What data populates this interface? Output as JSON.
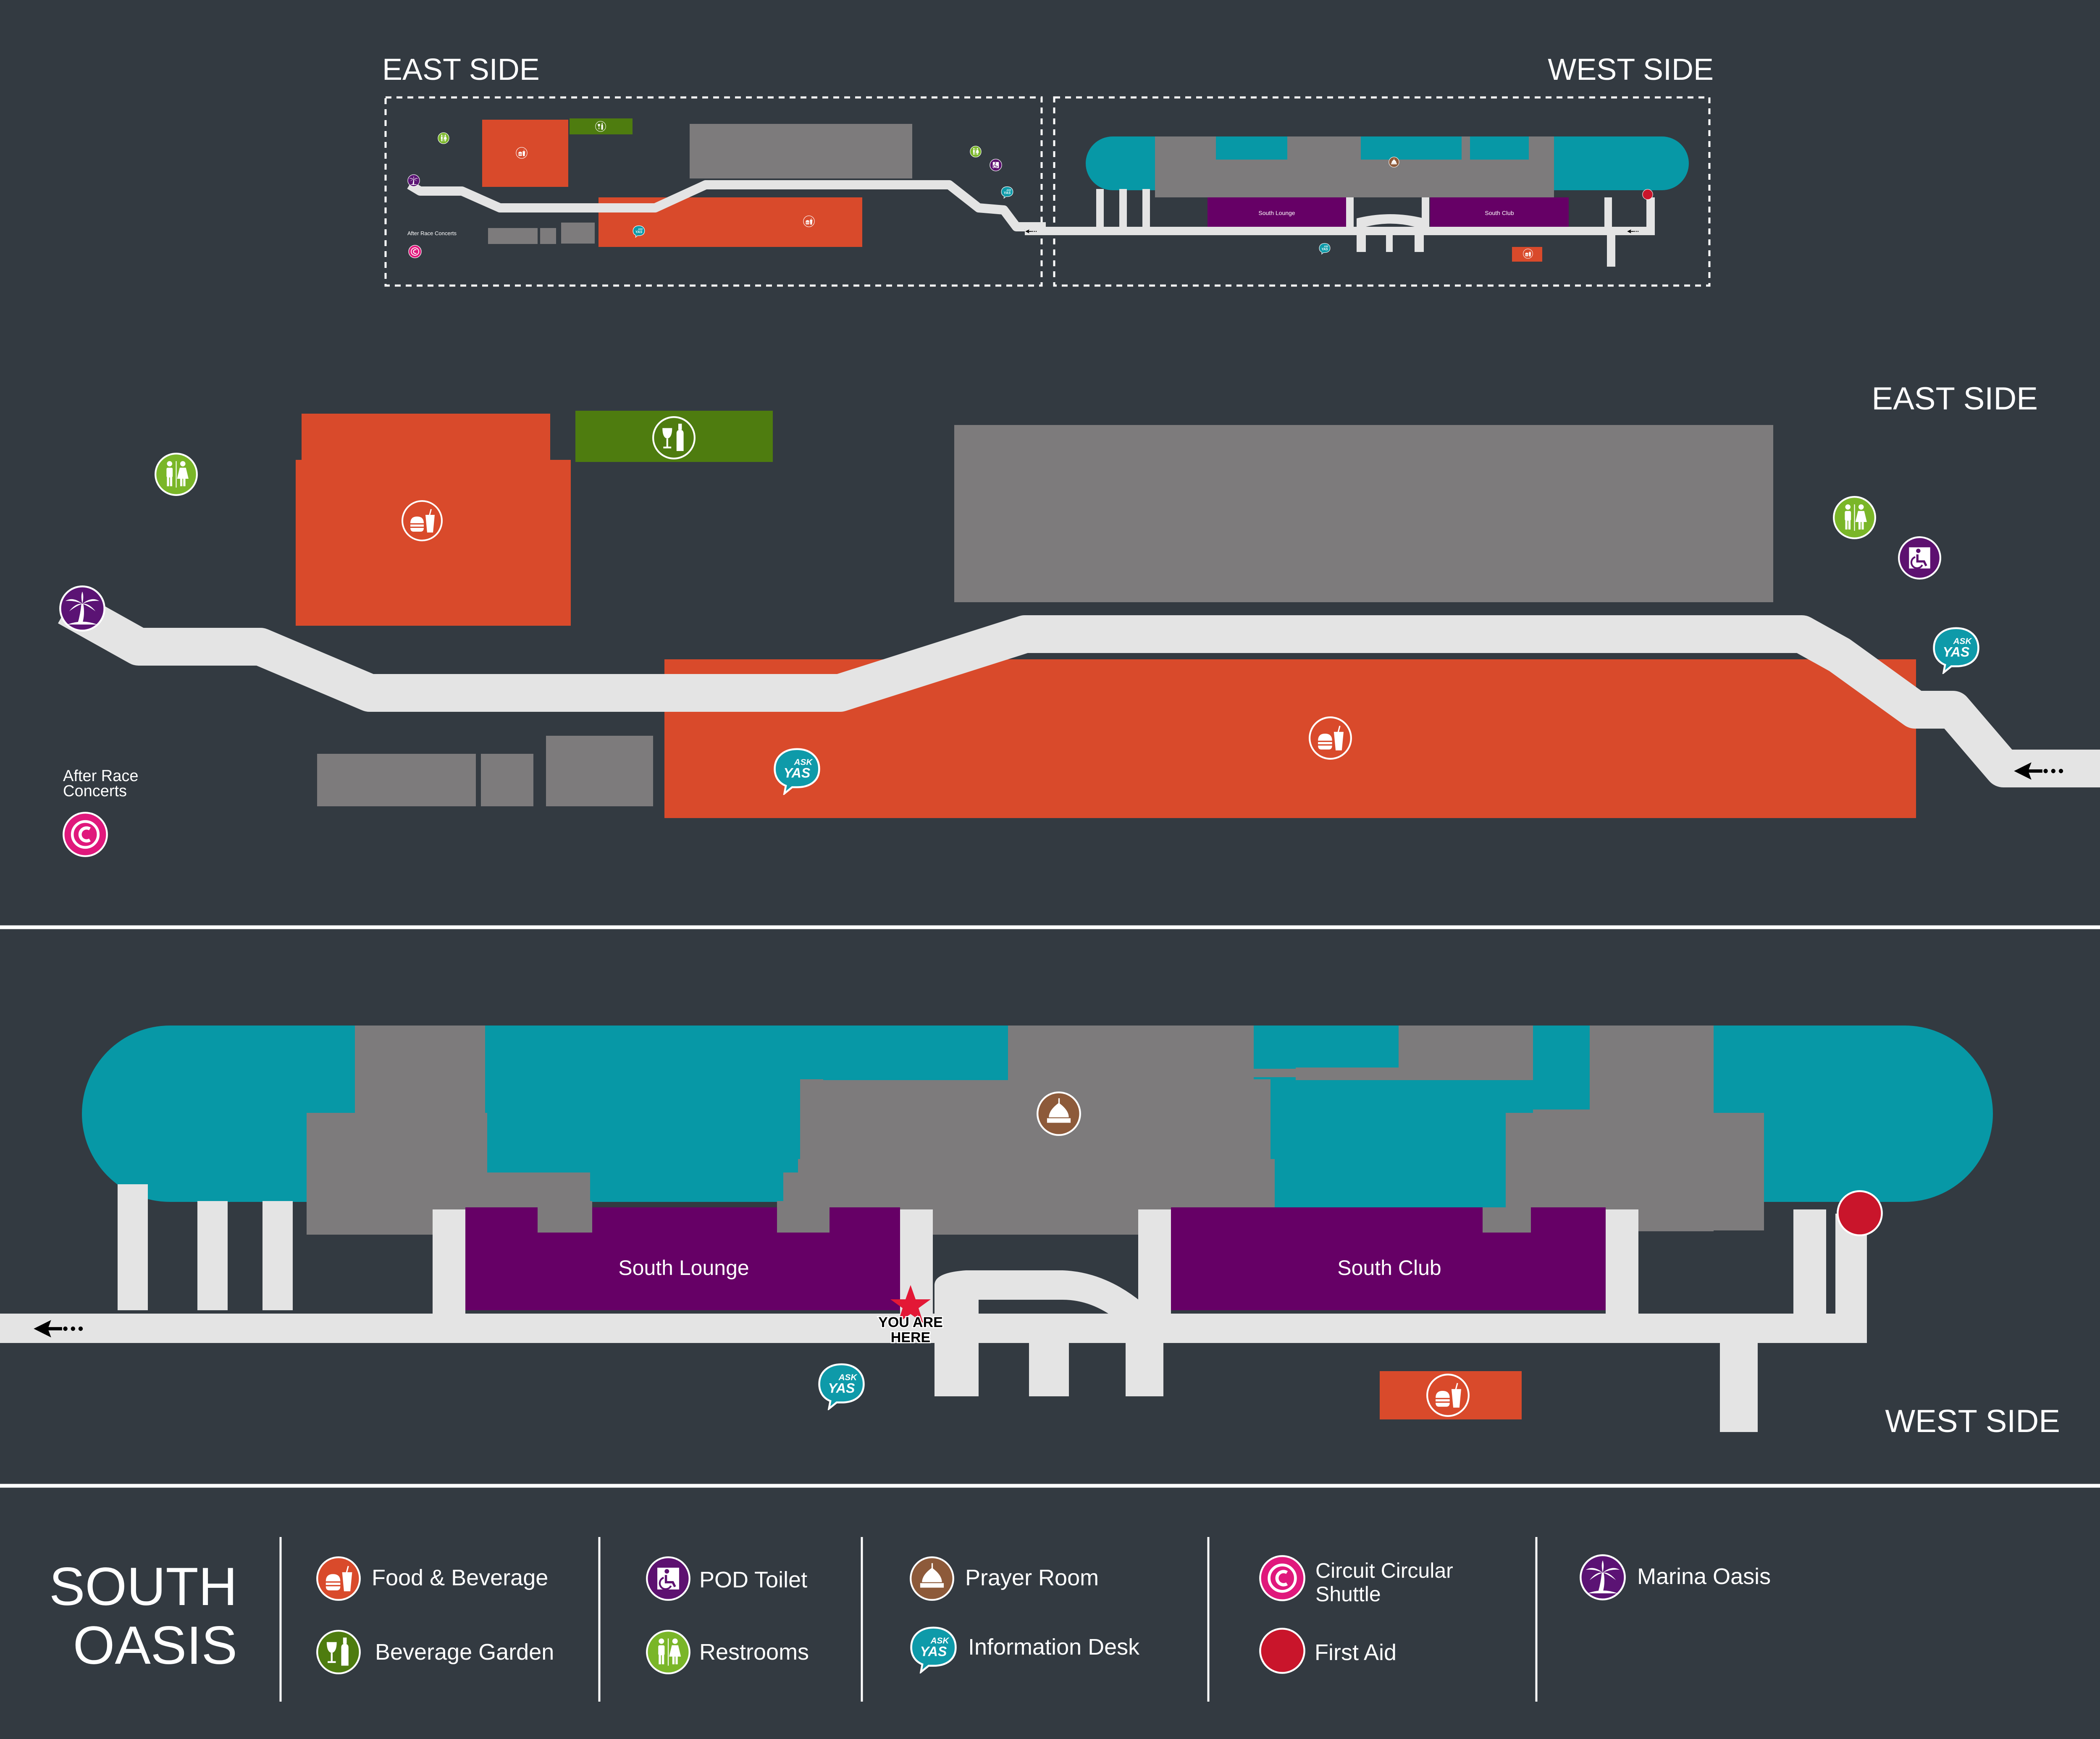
{
  "colors": {
    "background": "#333a41",
    "path": "#e4e4e4",
    "building": "#7d7b7c",
    "food_beverage": "#d94a2b",
    "beverage_garden": "#4e7c0f",
    "stand": "#0798a6",
    "lounge": "#660066",
    "restrooms": "#7ab628",
    "pod_toilet": "#5d1170",
    "prayer_room": "#8d5a3a",
    "information_desk": "#0e9aa9",
    "circuit_shuttle": "#e0187c",
    "first_aid": "#c9152b",
    "marina_oasis": "#5b1374",
    "you_are_here": "#e31836"
  },
  "overview": {
    "east_label": "EAST SIDE",
    "west_label": "WEST SIDE",
    "after_race": "After Race Concerts",
    "south_lounge": "South Lounge",
    "south_club": "South Club"
  },
  "east_map": {
    "title": "EAST SIDE",
    "after_race_line1": "After Race",
    "after_race_line2": "Concerts"
  },
  "west_map": {
    "title": "WEST SIDE",
    "south_lounge": "South Lounge",
    "south_club": "South Club",
    "you_are_here_line1": "YOU ARE",
    "you_are_here_line2": "HERE"
  },
  "legend": {
    "title_line1": "SOUTH",
    "title_line2": "OASIS",
    "items": {
      "food_beverage": "Food & Beverage",
      "beverage_garden": "Beverage Garden",
      "pod_toilet": "POD Toilet",
      "restrooms": "Restrooms",
      "prayer_room": "Prayer Room",
      "information_desk": "Information Desk",
      "circuit_shuttle_line1": "Circuit Circular",
      "circuit_shuttle_line2": "Shuttle",
      "first_aid": "First Aid",
      "marina_oasis": "Marina Oasis"
    }
  },
  "icons": {
    "food": "food-beverage-icon",
    "garden": "beverage-garden-icon",
    "pod": "pod-toilet-icon",
    "restrooms": "restrooms-icon",
    "prayer": "prayer-room-icon",
    "info": "information-desk-icon",
    "shuttle": "circuit-shuttle-icon",
    "aid": "first-aid-icon",
    "marina": "marina-oasis-icon"
  }
}
